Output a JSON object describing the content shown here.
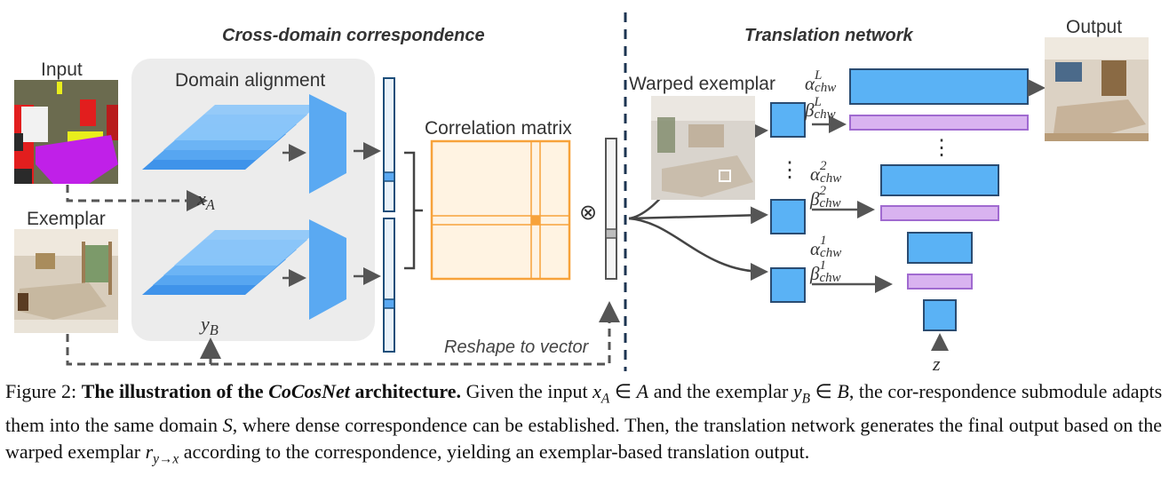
{
  "sections": {
    "left_title": "Cross-domain correspondence",
    "right_title": "Translation network"
  },
  "labels": {
    "input": "Input",
    "exemplar": "Exemplar",
    "domain_alignment": "Domain alignment",
    "correlation_matrix": "Correlation matrix",
    "warped_exemplar": "Warped exemplar",
    "output": "Output",
    "reshape": "Reshape to vector",
    "otimes": "⊗",
    "x_a_base": "x",
    "x_a_sub": "A",
    "y_b_base": "y",
    "y_b_sub": "B",
    "z": "z",
    "vdots": "⋮"
  },
  "params": {
    "alpha_L": {
      "base": "α",
      "sup": "L",
      "sub": "chw"
    },
    "beta_L": {
      "base": "β",
      "sup": "L",
      "sub": "chw"
    },
    "alpha_2": {
      "base": "α",
      "sup": "2",
      "sub": "chw"
    },
    "beta_2": {
      "base": "β",
      "sup": "2",
      "sub": "chw"
    },
    "alpha_1": {
      "base": "α",
      "sup": "1",
      "sub": "chw"
    },
    "beta_1": {
      "base": "β",
      "sup": "1",
      "sub": "chw"
    }
  },
  "caption": {
    "figure_no": "Figure 2:",
    "bold_pre": "The illustration of the",
    "bold_name": "CoCosNet",
    "bold_post": "architecture.",
    "t1": "Given the input",
    "m_xa": "x",
    "m_xa_sub": "A",
    "t2": "∈",
    "m_A": "A",
    "t3": "and the exemplar",
    "m_yb": "y",
    "m_yb_sub": "B",
    "t4": "∈",
    "m_B": "B",
    "t5": ", the cor-respondence submodule adapts them into the same domain",
    "m_S": "S",
    "t6": ", where dense correspondence can be established. Then, the translation network generates the final output based on the warped exemplar",
    "m_r": "r",
    "m_r_sub": "y→x",
    "t7": "according to the correspondence, yielding an exemplar-based translation output."
  },
  "colors": {
    "feature_blue": "#5aa9f2",
    "feature_blue_light": "#7fc0fa",
    "block_blue": "#5ab2f5",
    "block_purple": "#d9b3f0",
    "correlation_orange": "#f7a23a",
    "panel_gray": "#ececec",
    "vector_fill": "#e9f2fa",
    "vector_stroke": "#1c4e7a"
  }
}
